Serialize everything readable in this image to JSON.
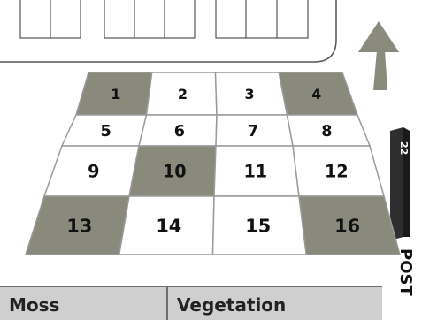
{
  "grid": {
    "cells": [
      {
        "label": "1",
        "shaded": true
      },
      {
        "label": "2",
        "shaded": false
      },
      {
        "label": "3",
        "shaded": false
      },
      {
        "label": "4",
        "shaded": true
      },
      {
        "label": "5",
        "shaded": false
      },
      {
        "label": "6",
        "shaded": false
      },
      {
        "label": "7",
        "shaded": false
      },
      {
        "label": "8",
        "shaded": false
      },
      {
        "label": "9",
        "shaded": false
      },
      {
        "label": "10",
        "shaded": true
      },
      {
        "label": "11",
        "shaded": false
      },
      {
        "label": "12",
        "shaded": false
      },
      {
        "label": "13",
        "shaded": true
      },
      {
        "label": "14",
        "shaded": false
      },
      {
        "label": "15",
        "shaded": false
      },
      {
        "label": "16",
        "shaded": true
      }
    ]
  },
  "post": {
    "number": "22",
    "label": "POST"
  },
  "legend": {
    "col1": "Moss",
    "col2": "Vegetation"
  },
  "colors": {
    "shaded_cell": "#8a8a7c",
    "plain_cell": "#ffffff",
    "grid_line": "#9a9a9a",
    "arrow": "#8b8b7d",
    "post": "#2e2e2e"
  }
}
